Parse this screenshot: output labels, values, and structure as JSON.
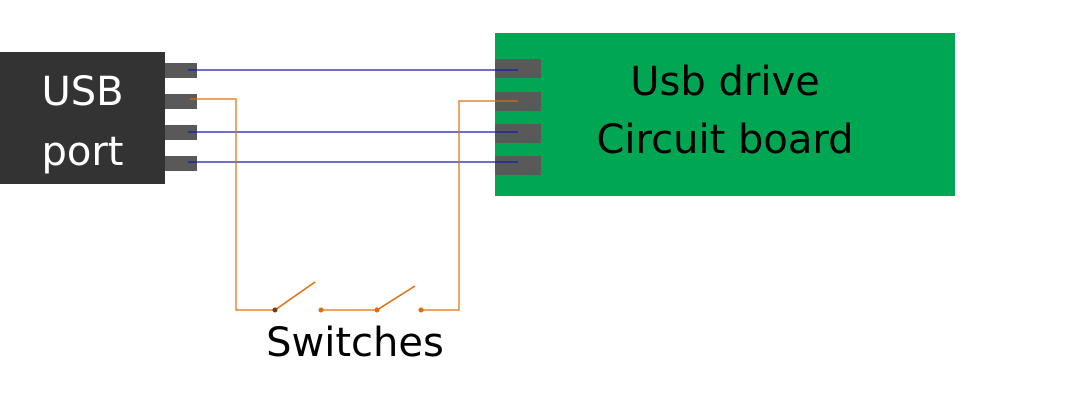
{
  "usb_port": {
    "line1": "USB",
    "line2": "port"
  },
  "circuit_board": {
    "line1": "Usb drive",
    "line2": "Circuit board"
  },
  "switches": {
    "label": "Switches"
  },
  "colors": {
    "usb_port_body": "#333333",
    "pin": "#595959",
    "board": "#00a651",
    "data_wire": "#1a1aa8",
    "switch_wire": "#e36c0a",
    "background": "#ffffff"
  }
}
